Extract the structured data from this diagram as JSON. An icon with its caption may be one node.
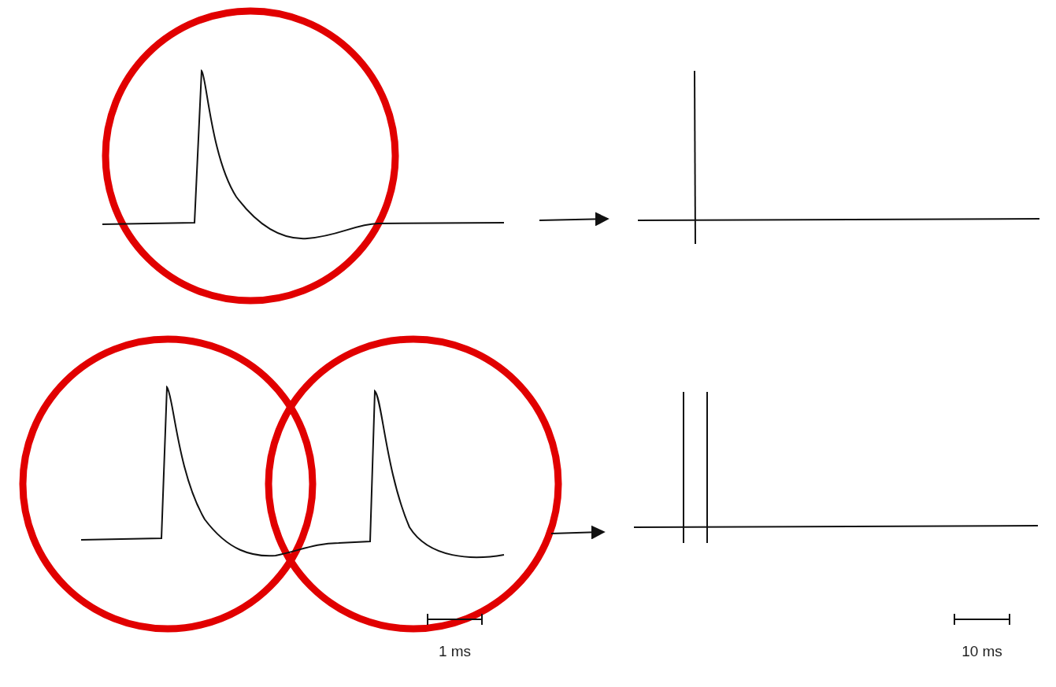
{
  "diagram": {
    "nodes": [
      {
        "text": [],
        "shape": "picture"
      },
      {
        "text": [],
        "shape": "picture"
      },
      {
        "text": [],
        "shape": "picture"
      },
      {
        "text": [],
        "shape": "picture"
      }
    ],
    "edges": [
      {
        "from": 0,
        "to": 1,
        "arrow": "to"
      },
      {
        "from": 2,
        "to": 3,
        "arrow": "to"
      }
    ],
    "labels": [
      "1 ms",
      "10 ms"
    ]
  }
}
